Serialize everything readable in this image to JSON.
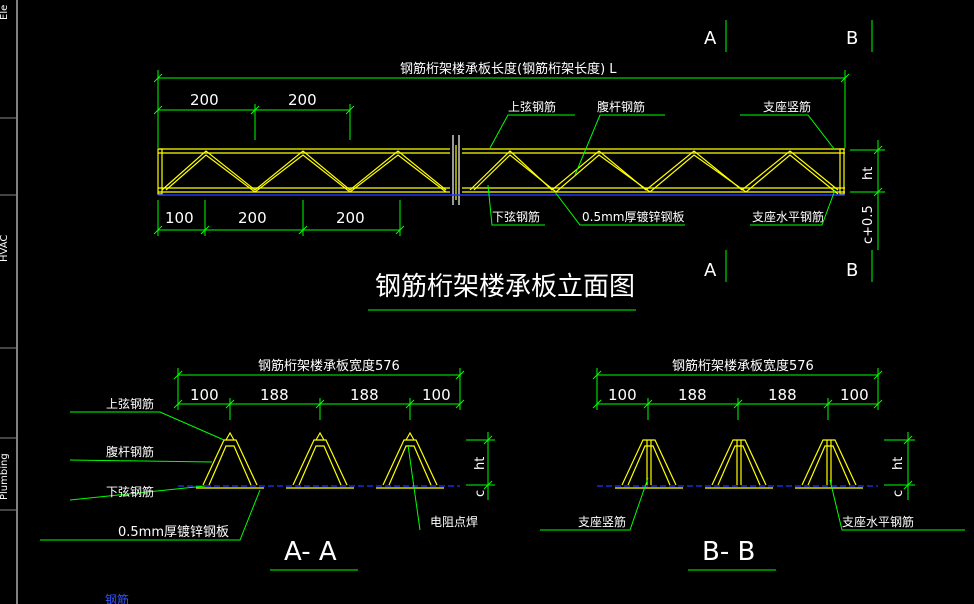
{
  "colors": {
    "background": "#000000",
    "dimension": "#00ff00",
    "truss": "#ffff00",
    "deck": "#2233ff",
    "text": "#ffffff",
    "leader": "#00ff00"
  },
  "left_strip": {
    "labels": [
      "Ele",
      "HVAC",
      "Plumbing"
    ]
  },
  "elevation": {
    "section_marks": {
      "a": "A",
      "b": "B"
    },
    "overall_length": "钢筋桁架楼承板长度(钢筋桁架长度) L",
    "top_dims": [
      "200",
      "200"
    ],
    "bottom_dims": [
      "100",
      "200",
      "200"
    ],
    "labels": {
      "top_chord": "上弦钢筋",
      "web": "腹杆钢筋",
      "support_vertical": "支座竖筋",
      "bottom_chord": "下弦钢筋",
      "deck": "0.5mm厚镀锌钢板",
      "support_horizontal": "支座水平钢筋"
    },
    "right_dims": {
      "ht": "ht",
      "c": "c+0.5"
    },
    "title": "钢筋桁架楼承板立面图"
  },
  "section_aa": {
    "width_label": "钢筋桁架楼承板宽度576",
    "dims": [
      "100",
      "188",
      "188",
      "100"
    ],
    "labels": {
      "top_chord": "上弦钢筋",
      "web": "腹杆钢筋",
      "bottom_chord": "下弦钢筋",
      "deck": "0.5mm厚镀锌钢板",
      "weld": "电阻点焊"
    },
    "right_dims": {
      "ht": "ht",
      "c": "c"
    },
    "title": "A- A"
  },
  "section_bb": {
    "width_label": "钢筋桁架楼承板宽度576",
    "dims": [
      "100",
      "188",
      "188",
      "100"
    ],
    "labels": {
      "support_vertical": "支座竖筋",
      "support_horizontal": "支座水平钢筋"
    },
    "right_dims": {
      "ht": "ht",
      "c": "c"
    },
    "title": "B- B"
  },
  "bottom_partial": "钢筋"
}
